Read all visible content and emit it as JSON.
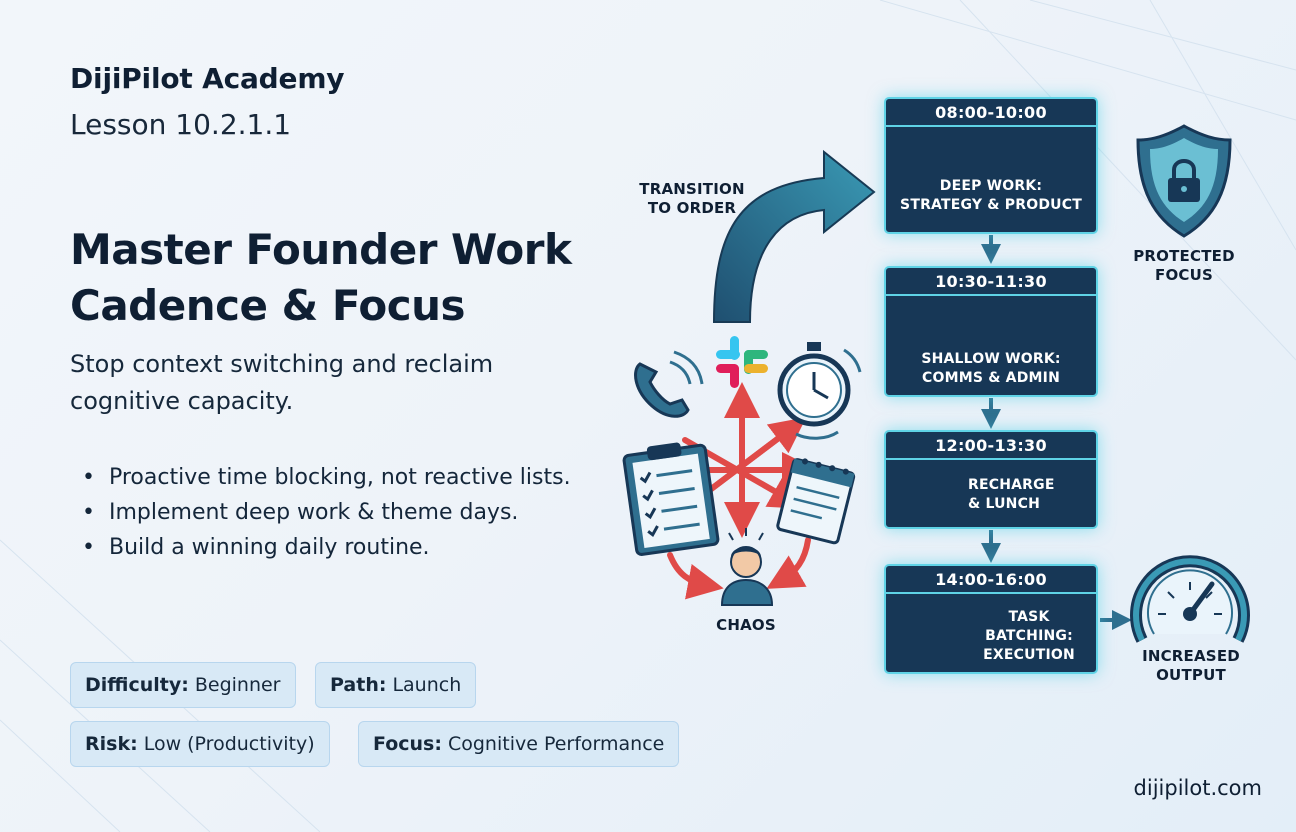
{
  "brand": {
    "name": "DijiPilot Academy",
    "lesson": "Lesson 10.2.1.1"
  },
  "hero": {
    "title_line1": "Master Founder Work",
    "title_line2": "Cadence & Focus",
    "subtitle": "Stop context switching and reclaim cognitive capacity."
  },
  "bullets": [
    "Proactive time blocking, not reactive lists.",
    "Implement deep work & theme days.",
    "Build a winning daily routine."
  ],
  "tags": [
    {
      "label": "Difficulty:",
      "value": "Beginner"
    },
    {
      "label": "Path:",
      "value": "Launch"
    },
    {
      "label": "Risk:",
      "value": "Low (Productivity)"
    },
    {
      "label": "Focus:",
      "value": "Cognitive Performance"
    }
  ],
  "diagram": {
    "transition": {
      "line1": "TRANSITION",
      "line2": "TO ORDER"
    },
    "chaos": "CHAOS",
    "protected": {
      "line1": "PROTECTED",
      "line2": "FOCUS"
    },
    "output": {
      "line1": "INCREASED",
      "line2": "OUTPUT"
    },
    "blocks": [
      {
        "time": "08:00-10:00",
        "line1": "DEEP WORK:",
        "line2": "STRATEGY & PRODUCT"
      },
      {
        "time": "10:30-11:30",
        "line1": "SHALLOW WORK:",
        "line2": "COMMS & ADMIN"
      },
      {
        "time": "12:00-13:30",
        "line1": "RECHARGE",
        "line2": "& LUNCH"
      },
      {
        "time": "14:00-16:00",
        "line1": "TASK",
        "line2": "BATCHING:",
        "line3": "EXECUTION"
      }
    ],
    "icons": [
      "brain-icon",
      "chat-icon",
      "mail-icon",
      "fork-knife-icon",
      "gears-icon",
      "shield-lock-icon",
      "gauge-icon",
      "phone-icon",
      "slack-icon",
      "stopwatch-icon",
      "clipboard-icon",
      "notepad-icon",
      "stressed-person-icon"
    ],
    "colors": {
      "block_bg": "#173756",
      "glow": "#5fd3e6",
      "arrow": "#2f6f8f",
      "chaos_arrow": "#e04a48"
    }
  },
  "footer": {
    "site": "dijipilot.com"
  }
}
